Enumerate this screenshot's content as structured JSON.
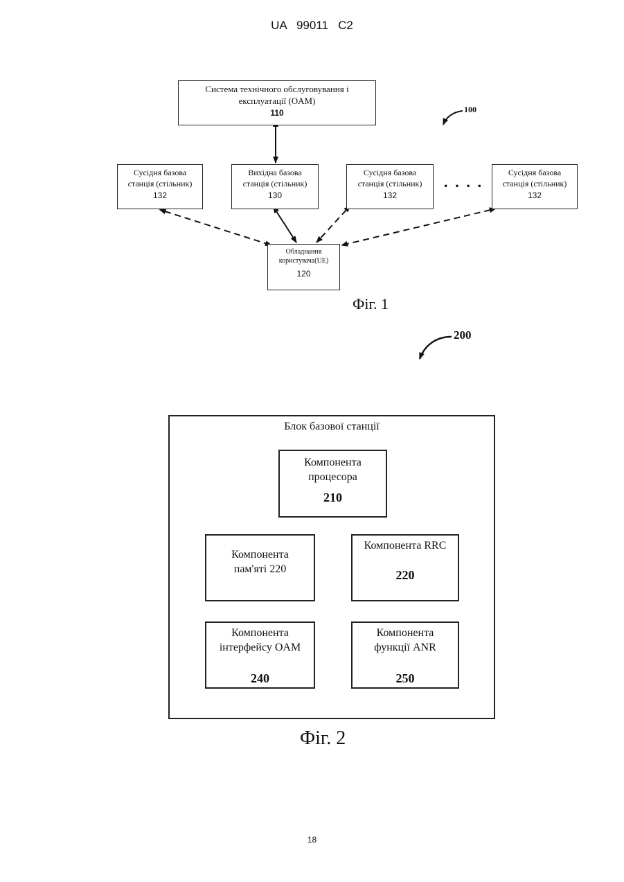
{
  "header": {
    "patent_id": "UA   99011   C2"
  },
  "fig1": {
    "ref": "100",
    "oam": {
      "line1": "Система технічного обслуговування і",
      "line2": "експлуатації (OAM)",
      "num": "110"
    },
    "stations": [
      {
        "line1": "Сусідня базова",
        "line2": "станція (стільник)",
        "num": "132"
      },
      {
        "line1": "Вихідна базова",
        "line2": "станція (стільник)",
        "num": "130"
      },
      {
        "line1": "Сусідня базова",
        "line2": "станція (стільник)",
        "num": "132"
      },
      {
        "line1": "Сусідня базова",
        "line2": "станція (стільник)",
        "num": "132"
      }
    ],
    "ellipsis": ". . . .",
    "ue": {
      "line1": "Обладнання",
      "line2": "користувача(UE)",
      "num": "120"
    },
    "caption": "Фіг. 1"
  },
  "fig2": {
    "ref": "200",
    "container_title": "Блок базової станції",
    "processor": {
      "line1": "Компонента",
      "line2": "процесора",
      "num": "210"
    },
    "memory": {
      "line1": "Компонента",
      "line2": "пам'яті 220"
    },
    "rrc": {
      "line1": "Компонента RRC",
      "num": "220"
    },
    "oam_if": {
      "line1": "Компонента",
      "line2": "інтерфейсу OAM",
      "num": "240"
    },
    "anr": {
      "line1": "Компонента",
      "line2": "функції ANR",
      "num": "250"
    },
    "caption": "Фіг. 2"
  },
  "footer": {
    "page_number": "18"
  }
}
